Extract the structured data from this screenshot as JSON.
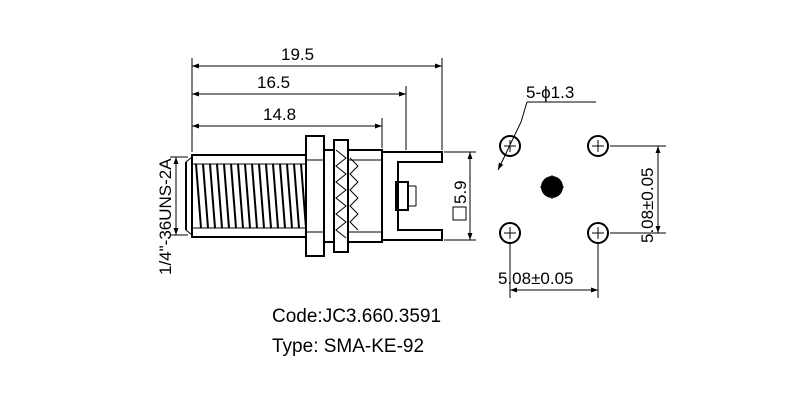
{
  "dimensions": {
    "overall_length": "19.5",
    "length_to_pins": "16.5",
    "thread_length": "14.8",
    "thread_spec": "1/4\"-36UNS-2A",
    "square_size": "5.9",
    "hole_count_diameter": "5-ϕ1.3",
    "hole_spacing_horizontal": "5.08±0.05",
    "hole_spacing_vertical": "5.08±0.05"
  },
  "caption": {
    "code": "Code:JC3.660.3591",
    "type": "Type: SMA-KE-92"
  }
}
